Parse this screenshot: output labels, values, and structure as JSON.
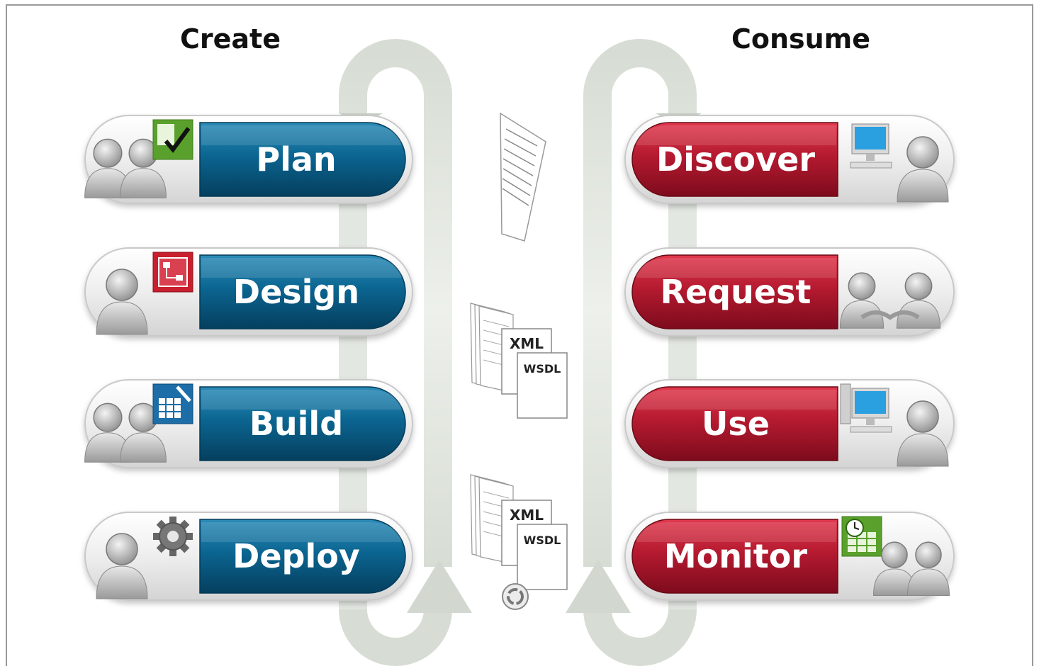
{
  "columns": {
    "create": {
      "title": "Create",
      "color": "#0a5c86"
    },
    "consume": {
      "title": "Consume",
      "color": "#b0142a"
    }
  },
  "create_steps": [
    {
      "label": "Plan",
      "icon": "checklist-icon",
      "people": 2
    },
    {
      "label": "Design",
      "icon": "flowchart-icon",
      "people": 1
    },
    {
      "label": "Build",
      "icon": "spreadsheet-tool-icon",
      "people": 2
    },
    {
      "label": "Deploy",
      "icon": "gear-icon",
      "people": 1
    }
  ],
  "consume_steps": [
    {
      "label": "Discover",
      "icon": "computer-icon",
      "people": 1
    },
    {
      "label": "Request",
      "icon": "handshake-icon",
      "people": 2
    },
    {
      "label": "Use",
      "icon": "workstation-icon",
      "people": 1
    },
    {
      "label": "Monitor",
      "icon": "clock-sheet-icon",
      "people": 2
    }
  ],
  "documents": {
    "xml_1": "XML",
    "wsdl_1": "WSDL",
    "xml_2": "XML",
    "wsdl_2": "WSDL"
  }
}
